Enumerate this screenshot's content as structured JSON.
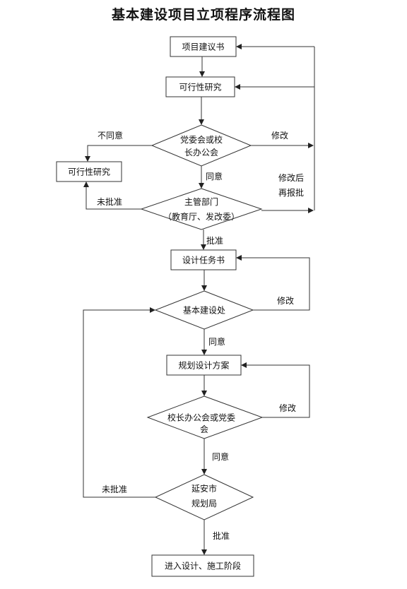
{
  "title": "基本建设项目立项程序流程图",
  "nodes": {
    "proposal": "项目建议书",
    "feasibility": "可行性研究",
    "committee_l1": "党委会或校",
    "committee_l2": "长办公会",
    "feasibility_side": "可行性研究",
    "authority_l1": "主管部门",
    "authority_l2": "（教育厅、发改委）",
    "design_brief": "设计任务书",
    "construction_office": "基本建设处",
    "planning_design": "规划设计方案",
    "office_l1": "校长办公会或党委",
    "office_l2": "会",
    "city_l1": "延安市",
    "city_l2": "规划局",
    "final": "进入设计、施工阶段"
  },
  "edges": {
    "disagree": "不同意",
    "revise_1": "修改",
    "agree_1": "同意",
    "resubmit_l1": "修改后",
    "resubmit_l2": "再报批",
    "not_approved_1": "未批准",
    "approved_1": "批准",
    "revise_2": "修改",
    "agree_2": "同意",
    "revise_3": "修改",
    "agree_3": "同意",
    "not_approved_2": "未批准",
    "approved_2": "批准"
  }
}
